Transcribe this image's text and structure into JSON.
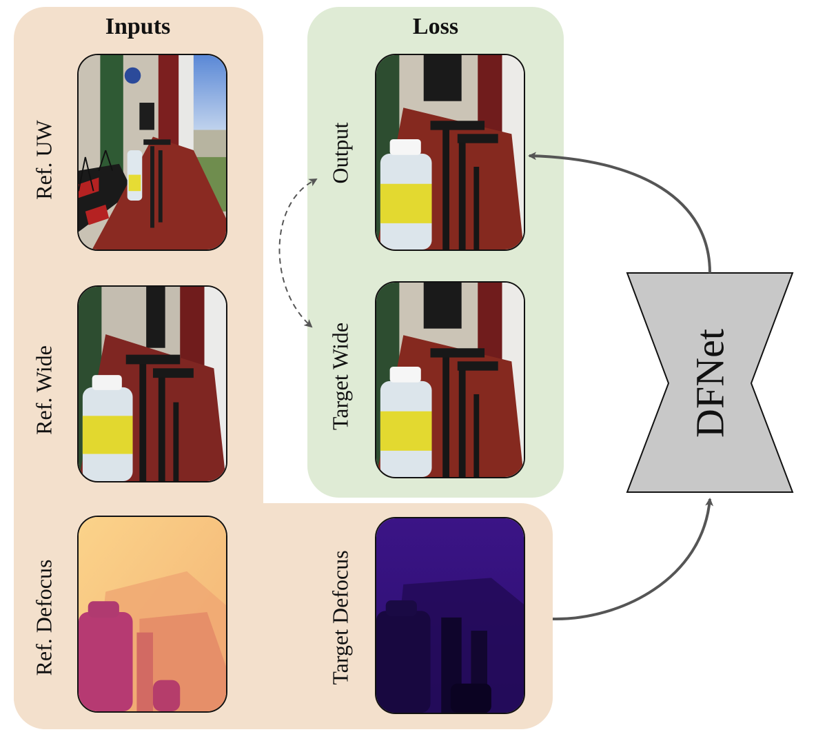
{
  "headings": {
    "inputs": "Inputs",
    "loss": "Loss"
  },
  "labels": {
    "ref_uw": "Ref. UW",
    "ref_wide": "Ref. Wide",
    "ref_defocus": "Ref. Defocus",
    "output": "Output",
    "target_wide": "Target Wide",
    "target_defocus": "Target Defocus"
  },
  "network": {
    "name": "DFNet"
  },
  "colors": {
    "inputs_panel": "#f3e0cc",
    "loss_panel": "#dfebd5",
    "network_fill": "#c8c8c8",
    "arrow": "#555555"
  }
}
